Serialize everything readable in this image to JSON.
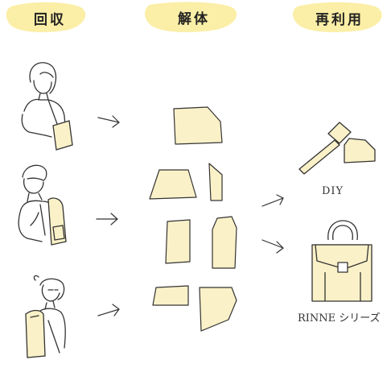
{
  "headers": {
    "collect": "回収",
    "disassemble": "解体",
    "reuse": "再利用"
  },
  "outputs": {
    "diy": "DIY",
    "series": "RINNE シリーズ"
  },
  "colors": {
    "accent_yellow": "#fbeea6",
    "piece_fill": "#fbf1c8",
    "line": "#333333"
  },
  "icons": [
    "woman-shoulder-bag-icon",
    "man-backpack-icon",
    "girl-backpack-icon",
    "hammer-icon",
    "handbag-icon"
  ]
}
